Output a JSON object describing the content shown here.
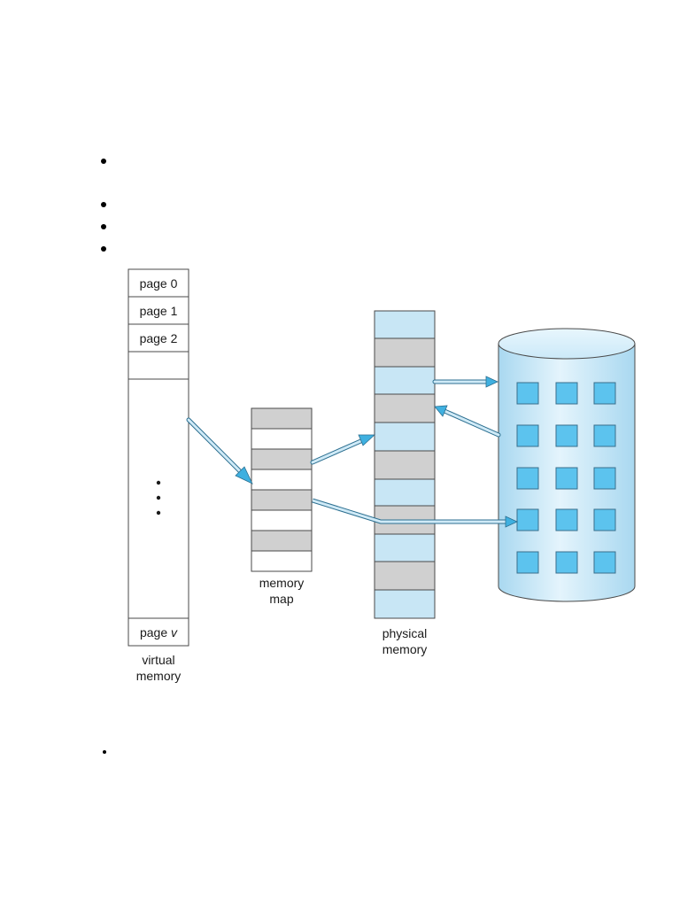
{
  "bullets": [
    {
      "id": "bullet-1",
      "text": ""
    },
    {
      "id": "bullet-2",
      "text": ""
    },
    {
      "id": "bullet-3",
      "text": ""
    },
    {
      "id": "bullet-4",
      "text": ""
    },
    {
      "id": "bullet-5",
      "text": ""
    }
  ],
  "diagram": {
    "virtual_memory": {
      "label_line1": "virtual",
      "label_line2": "memory",
      "pages": [
        "page 0",
        "page 1",
        "page 2"
      ],
      "last_page_prefix": "page ",
      "last_page_var": "v"
    },
    "memory_map": {
      "label_line1": "memory",
      "label_line2": "map"
    },
    "physical_memory": {
      "label_line1": "physical",
      "label_line2": "memory"
    },
    "colors": {
      "frame_free": "#c8e6f5",
      "frame_used": "#d0d0d0",
      "arrow": "#3fb0e0",
      "disk_body": "#c5e5f6",
      "disk_block": "#5cc3ee",
      "outline": "#4a4a4a"
    }
  }
}
